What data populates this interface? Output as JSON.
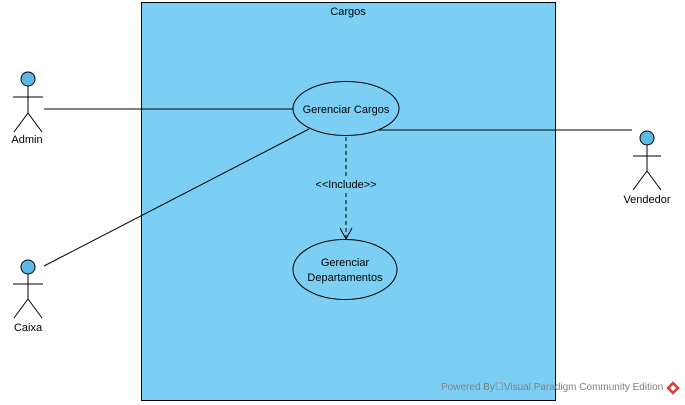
{
  "system": {
    "title": "Cargos",
    "fill": "#7bcff4"
  },
  "actors": [
    {
      "id": "admin",
      "label": "Admin"
    },
    {
      "id": "caixa",
      "label": "Caixa"
    },
    {
      "id": "vendedor",
      "label": "Vendedor"
    }
  ],
  "use_cases": [
    {
      "id": "gerenciar-cargos",
      "lines": [
        "Gerenciar Cargos"
      ]
    },
    {
      "id": "gerenciar-departamentos",
      "lines": [
        "Gerenciar",
        "Departamentos"
      ]
    }
  ],
  "relations": {
    "include_label": "<<Include>>"
  },
  "colors": {
    "actor_head": "#5bbbe6",
    "use_case_fill": "#7bcff4",
    "line": "#000000"
  },
  "watermark": {
    "text": "Powered By☐Visual Paradigm Community Edition"
  }
}
